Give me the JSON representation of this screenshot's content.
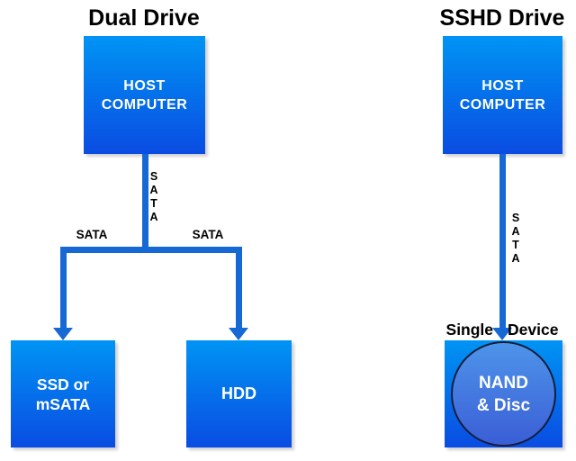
{
  "colors": {
    "box_gradient_top": "#0094f4",
    "box_gradient_bottom": "#0a4ce2",
    "connector_blue": "#1668d4",
    "circle_gradient_top": "#4e94ea",
    "circle_gradient_bottom": "#3a5ed6",
    "circle_outline": "#141e3c",
    "box_text": "#ffffff",
    "label_text": "#000000",
    "background": "#ffffff"
  },
  "dual_drive": {
    "title": "Dual Drive",
    "host": {
      "line1": "HOST",
      "line2": "COMPUTER"
    },
    "sata_vertical_letters": [
      "S",
      "A",
      "T",
      "A"
    ],
    "sata_left_label": "SATA",
    "sata_right_label": "SATA",
    "ssd_box": {
      "line1": "SSD or",
      "line2": "mSATA"
    },
    "hdd_box": {
      "label": "HDD"
    }
  },
  "sshd_drive": {
    "title": "SSHD Drive",
    "host": {
      "line1": "HOST",
      "line2": "COMPUTER"
    },
    "sata_vertical_letters": [
      "S",
      "A",
      "T",
      "A"
    ],
    "single_device": {
      "word1": "Single",
      "word2": "Device"
    },
    "nand_circle": {
      "line1": "NAND",
      "line2": "& Disc"
    }
  }
}
